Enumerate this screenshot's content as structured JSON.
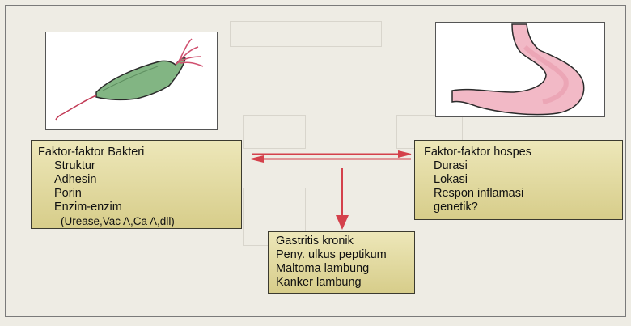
{
  "bacterial_box": {
    "title": "Faktor-faktor Bakteri",
    "items": [
      "Struktur",
      "Adhesin",
      "Porin",
      "Enzim-enzim"
    ],
    "note": "(Urease,Vac A,Ca A,dll)"
  },
  "host_box": {
    "title": "Faktor-faktor hospes",
    "items": [
      "Durasi",
      "Lokasi",
      "Respon inflamasi",
      "genetik?"
    ]
  },
  "outcome_box": {
    "items": [
      "Gastritis kronik",
      "Peny. ulkus peptikum",
      "Maltoma lambung",
      "Kanker lambung"
    ]
  },
  "colors": {
    "arrow": "#d4414b",
    "box_fill_top": "#ede7b9",
    "box_fill_bottom": "#d7cd8a",
    "bacteria_body": "#82b583",
    "stomach": "#f2b9c6"
  },
  "icons": {
    "bacteria": "helicobacter-pylori-illustration",
    "stomach": "stomach-illustration"
  }
}
